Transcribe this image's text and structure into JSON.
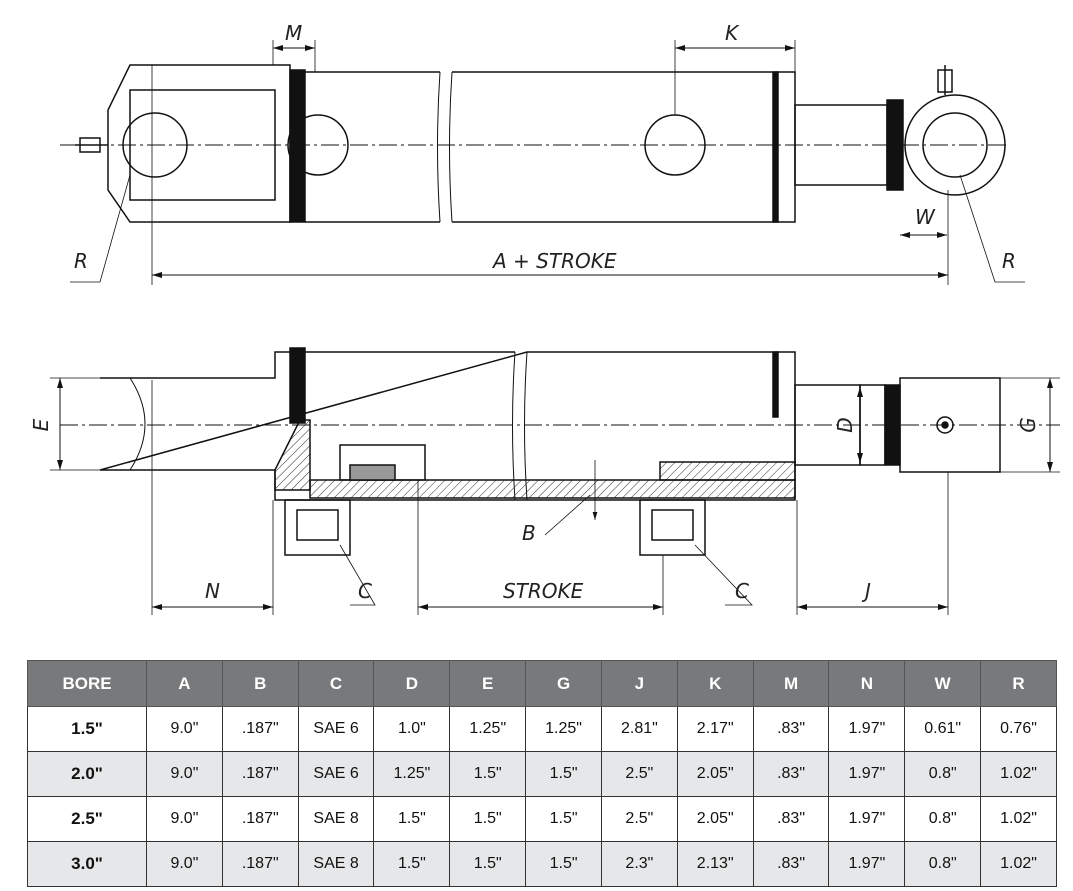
{
  "drawing_labels": {
    "M": "M",
    "K": "K",
    "A_stroke": "A + STROKE",
    "R_left": "R",
    "R_right": "R",
    "W": "W",
    "E": "E",
    "D": "D",
    "G": "G",
    "B": "B",
    "N": "N",
    "C_left": "C",
    "C_right": "C",
    "STROKE": "STROKE",
    "J": "J"
  },
  "table": {
    "headers": [
      "BORE",
      "A",
      "B",
      "C",
      "D",
      "E",
      "G",
      "J",
      "K",
      "M",
      "N",
      "W",
      "R"
    ],
    "rows": [
      [
        "1.5\"",
        "9.0\"",
        ".187\"",
        "SAE 6",
        "1.0\"",
        "1.25\"",
        "1.25\"",
        "2.81\"",
        "2.17\"",
        ".83\"",
        "1.97\"",
        "0.61\"",
        "0.76\""
      ],
      [
        "2.0\"",
        "9.0\"",
        ".187\"",
        "SAE 6",
        "1.25\"",
        "1.5\"",
        "1.5\"",
        "2.5\"",
        "2.05\"",
        ".83\"",
        "1.97\"",
        "0.8\"",
        "1.02\""
      ],
      [
        "2.5\"",
        "9.0\"",
        ".187\"",
        "SAE 8",
        "1.5\"",
        "1.5\"",
        "1.5\"",
        "2.5\"",
        "2.05\"",
        ".83\"",
        "1.97\"",
        "0.8\"",
        "1.02\""
      ],
      [
        "3.0\"",
        "9.0\"",
        ".187\"",
        "SAE 8",
        "1.5\"",
        "1.5\"",
        "1.5\"",
        "2.3\"",
        "2.13\"",
        ".83\"",
        "1.97\"",
        "0.8\"",
        "1.02\""
      ]
    ]
  }
}
